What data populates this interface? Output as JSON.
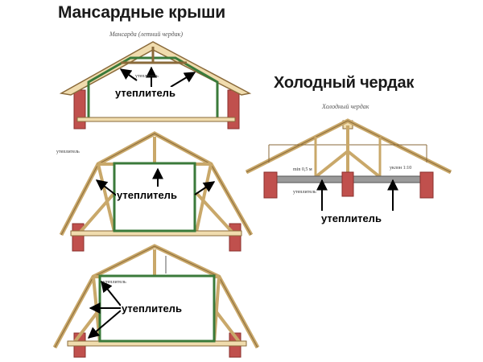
{
  "titles": {
    "mansard": "Мансардные крыши",
    "cold_attic": "Холодный чердак"
  },
  "captions": {
    "mansard_top": "Мансарда (летний чердак)",
    "cold_attic": "Холодный чердак"
  },
  "labels": {
    "insulation": "утеплитель",
    "insulation_small": "утеплитель",
    "dimension_small": "min 0,5 м",
    "slope_small": "уклон 1:10"
  },
  "colors": {
    "timber_fill": "#f0dcae",
    "timber_stroke": "#8a6a3a",
    "insulation": "#3a7a3a",
    "brick": "#c0504d",
    "arrow": "#000000"
  }
}
